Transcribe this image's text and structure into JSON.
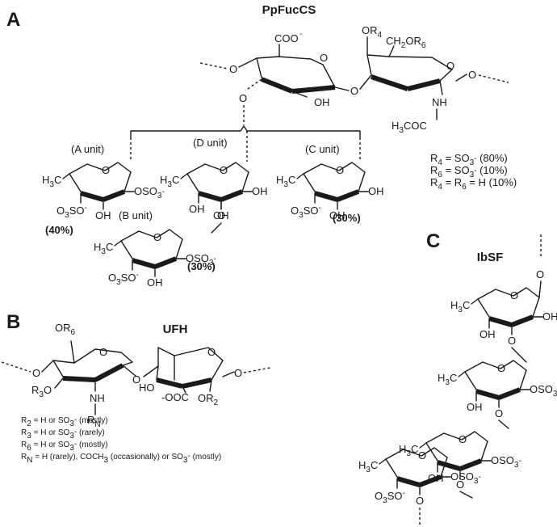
{
  "panel_a": {
    "letter": "A",
    "title": "PpFucCS",
    "labels": {
      "coo": "COO",
      "coo_sup": "-",
      "or4": "OR",
      "or4_sub": "4",
      "ch2or6": "CH",
      "ch2or6_2": "2",
      "ch2or6_or": "OR",
      "ch2or6_6": "6",
      "oh": "OH",
      "nh": "NH",
      "h3coc": "H",
      "h3coc_3": "3",
      "h3coc_coc": "COC",
      "o": "O"
    },
    "units": {
      "a_label": "(A unit)",
      "d_label": "(D unit)",
      "c_label": "(C unit)",
      "b_label": "(B unit)",
      "a_pct": "(40%)",
      "b_pct": "(30%)",
      "c_pct": "(30%)"
    },
    "r_lines": [
      {
        "r": "R",
        "sub": "4",
        "eq": " = SO",
        "sub2": "3",
        "sup": "-",
        "pct": " (80%)"
      },
      {
        "r": "R",
        "sub": "6",
        "eq": " = SO",
        "sub2": "3",
        "sup": "-",
        "pct": " (10%)"
      },
      {
        "r": "R",
        "sub": "4",
        "eq": " = R",
        "sub2": "6",
        "sup": "",
        "pct": " = H (10%)"
      }
    ],
    "frag": {
      "h3c": "H",
      "h3c_3": "3",
      "h3c_c": "C",
      "oso3": "OSO",
      "oso3_3": "3",
      "oso3_m": "-",
      "o3so": "O",
      "o3so_3": "3",
      "o3so_s": "SO",
      "o3so_m": "-",
      "oh": "OH",
      "o": "O"
    }
  },
  "panel_b": {
    "letter": "B",
    "title": "UFH",
    "labels": {
      "or6": "OR",
      "or6_sub": "6",
      "r3o": "R",
      "r3o_sub": "3",
      "r3o_o": "O",
      "nh": "NH",
      "rn": "R",
      "rn_sub": "N",
      "ho": "HO",
      "ooc": "-OOC",
      "or2": "OR",
      "or2_sub": "2",
      "o": "O"
    },
    "r_lines": [
      {
        "r": "R",
        "sub": "2",
        "text": " = H or SO",
        "sub2": "3",
        "sup": "-",
        "tail": " (mostly)"
      },
      {
        "r": "R",
        "sub": "3",
        "text": " = H or SO",
        "sub2": "3",
        "sup": "-",
        "tail": " (rarely)"
      },
      {
        "r": "R",
        "sub": "6",
        "text": " = H or SO",
        "sub2": "3",
        "sup": "-",
        "tail": " (mostly)"
      },
      {
        "r": "R",
        "sub": "N",
        "text": " = H (rarely), COCH",
        "sub2": "3",
        "sup": "",
        "tail": " (occasionally) or SO",
        "sub3": "3",
        "sup3": "-",
        "tail2": " (mostly)"
      }
    ]
  },
  "panel_c": {
    "letter": "C",
    "title": "IbSF"
  }
}
